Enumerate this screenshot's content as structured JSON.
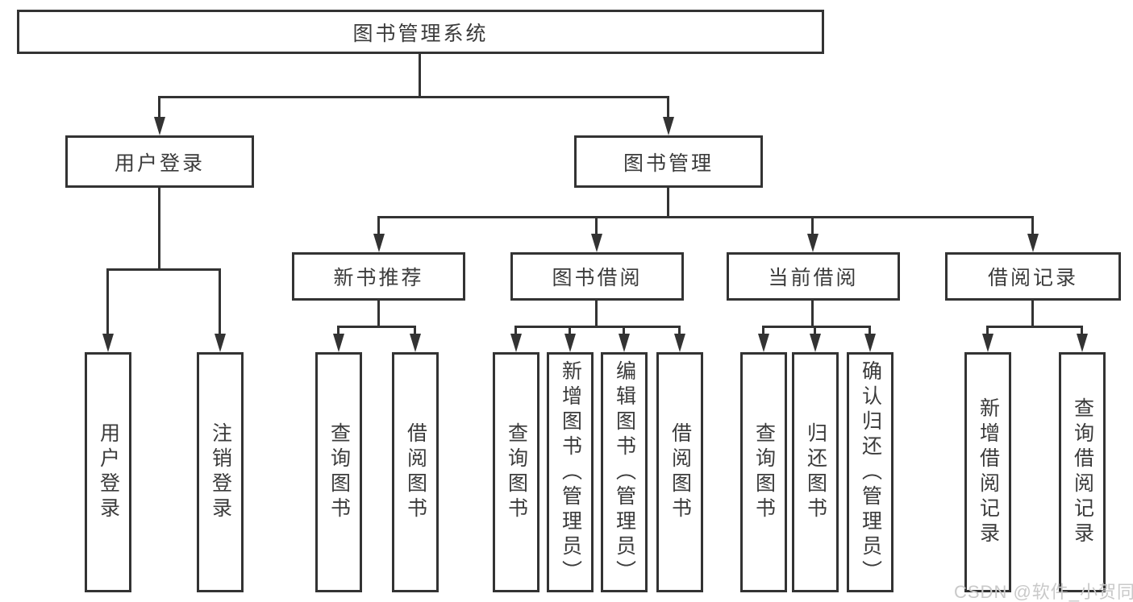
{
  "diagram": {
    "root": {
      "label": "图书管理系统"
    },
    "branches": [
      {
        "label": "用户登录",
        "children": [
          {
            "label": "用户登录"
          },
          {
            "label": "注销登录"
          }
        ]
      },
      {
        "label": "图书管理",
        "children": [
          {
            "label": "新书推荐",
            "children": [
              {
                "label": "查询图书"
              },
              {
                "label": "借阅图书"
              }
            ]
          },
          {
            "label": "图书借阅",
            "children": [
              {
                "label": "查询图书"
              },
              {
                "label": "新增图书（管理员）"
              },
              {
                "label": "编辑图书（管理员）"
              },
              {
                "label": "借阅图书"
              }
            ]
          },
          {
            "label": "当前借阅",
            "children": [
              {
                "label": "查询图书"
              },
              {
                "label": "归还图书"
              },
              {
                "label": "确认归还（管理员）"
              }
            ]
          },
          {
            "label": "借阅记录",
            "children": [
              {
                "label": "新增借阅记录"
              },
              {
                "label": "查询借阅记录"
              }
            ]
          }
        ]
      }
    ]
  },
  "watermark": {
    "text": "CSDN @软件_小贺同学"
  },
  "colors": {
    "line": "#333333",
    "box_border": "#333333",
    "text": "#3b3b3b",
    "watermark": "#c9c9c9",
    "background": "#ffffff"
  }
}
